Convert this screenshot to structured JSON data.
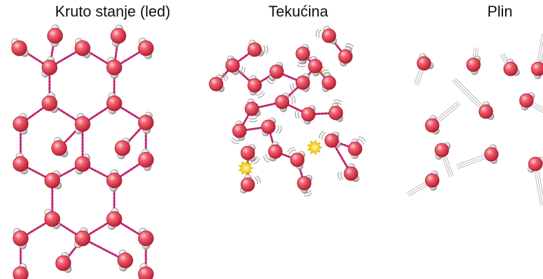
{
  "panels": [
    {
      "id": "solid",
      "title": "Kruto stanje (led)"
    },
    {
      "id": "liquid",
      "title": "Tekućina"
    },
    {
      "id": "gas",
      "title": "Plin"
    }
  ],
  "colors": {
    "oxygen": "#e0404f",
    "hydrogen": "#d8d8d8",
    "hydrogen_bond": "#c0236e",
    "motion_lines": "#9a9a9a",
    "collision_spark": "#f7d21a"
  },
  "icons": {
    "molecule": "water-molecule-icon",
    "spark": "collision-spark-icon"
  }
}
